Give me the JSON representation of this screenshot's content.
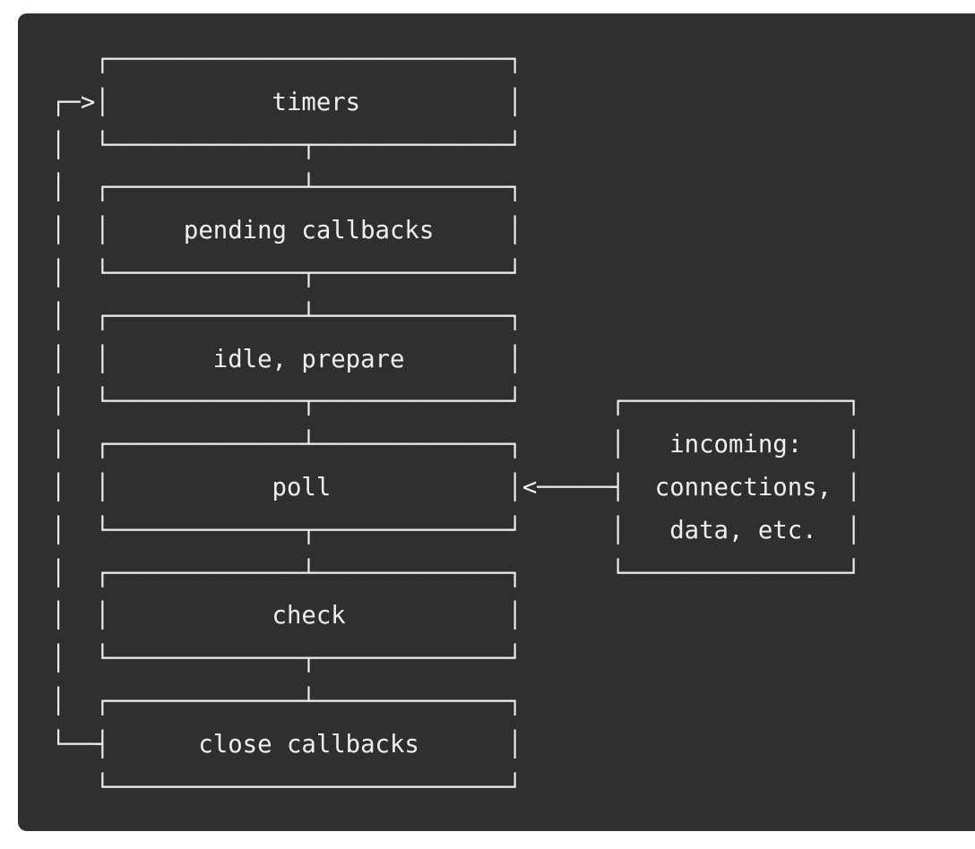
{
  "colors": {
    "page_bg": "#ffffff",
    "panel_bg": "#2f2f2f",
    "ink": "#efefef"
  },
  "diagram": {
    "type": "ascii-flowchart",
    "subject": "event loop phases",
    "phases": [
      "timers",
      "pending callbacks",
      "idle, prepare",
      "poll",
      "check",
      "close callbacks"
    ],
    "side_box_lines": [
      "incoming:",
      "connections,",
      "data, etc."
    ],
    "lines": [
      "   ┌───────────────────────────┐",
      "┌─>│           timers          │",
      "│  └─────────────┬─────────────┘",
      "│  ┌─────────────┴─────────────┐",
      "│  │     pending callbacks     │",
      "│  └─────────────┬─────────────┘",
      "│  ┌─────────────┴─────────────┐",
      "│  │       idle, prepare       │",
      "│  └─────────────┬─────────────┘      ┌───────────────┐",
      "│  ┌─────────────┴─────────────┐      │   incoming:   │",
      "│  │           poll            │<─────┤  connections, │",
      "│  └─────────────┬─────────────┘      │   data, etc.  │",
      "│  ┌─────────────┴─────────────┐      └───────────────┘",
      "│  │           check           │",
      "│  └─────────────┬─────────────┘",
      "│  ┌─────────────┴─────────────┐",
      "└──┤      close callbacks      │",
      "   └───────────────────────────┘"
    ]
  }
}
